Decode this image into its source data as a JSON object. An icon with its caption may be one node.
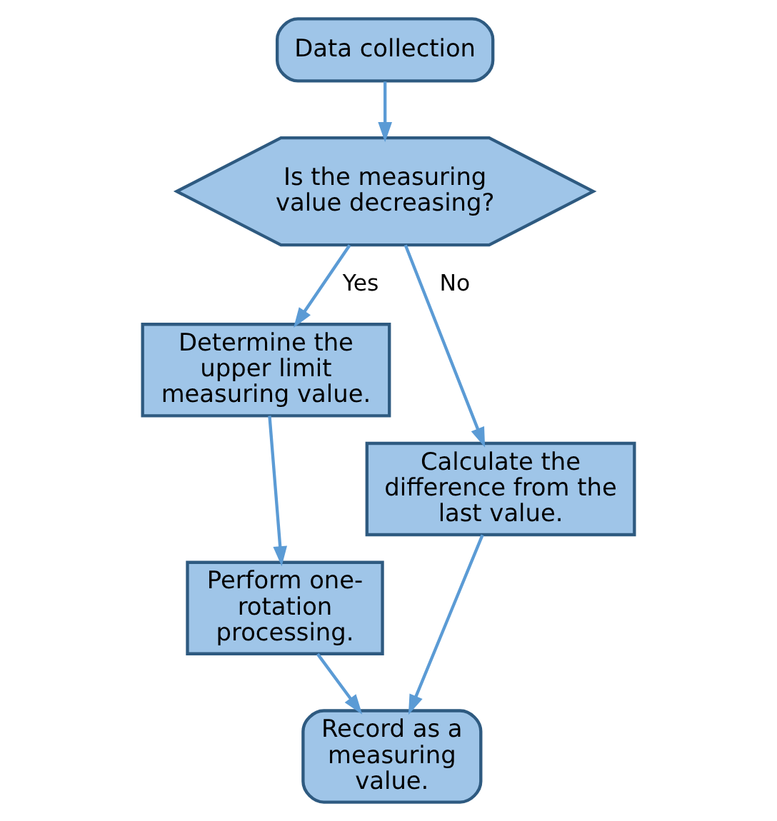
{
  "diagram": {
    "nodes": [
      {
        "text": [
          "Data collection"
        ]
      },
      {
        "text": [
          "Is the measuring value decreasing?"
        ]
      },
      {
        "text": [
          "Determine the upper limit measuring value."
        ]
      },
      {
        "text": [
          "Calculate the difference from the last value."
        ]
      },
      {
        "text": [
          "Perform one-rotation processing."
        ]
      },
      {
        "text": [
          "Record as a measuring value."
        ]
      }
    ],
    "edges": [
      {
        "from": 0,
        "to": 1,
        "arrow": "to"
      },
      {
        "from": 1,
        "to": 2,
        "arrow": "to",
        "label": "Yes"
      },
      {
        "from": 1,
        "to": 3,
        "arrow": "to",
        "label": "No"
      },
      {
        "from": 2,
        "to": 4,
        "arrow": "to"
      },
      {
        "from": 4,
        "to": 5,
        "arrow": "to"
      },
      {
        "from": 3,
        "to": 5,
        "arrow": "to"
      }
    ]
  }
}
